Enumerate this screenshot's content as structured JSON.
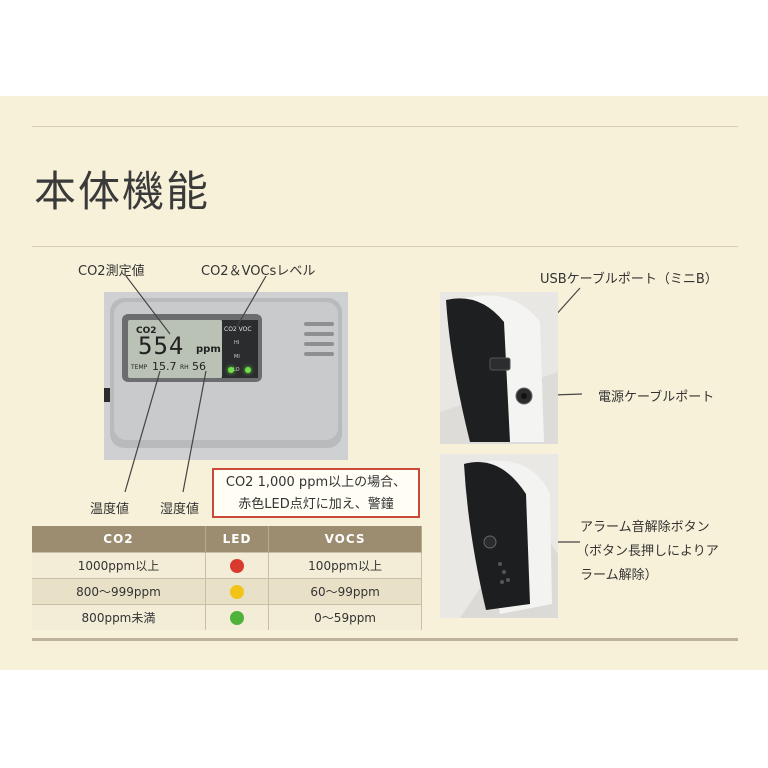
{
  "title": "本体機能",
  "labels": {
    "co2_measure": "CO2測定値",
    "co2_voc_level": "CO2＆VOCsレベル",
    "temperature": "温度値",
    "humidity": "湿度値",
    "usb_port": "USBケーブルポート（ミニB）",
    "power_port": "電源ケーブルポート",
    "alarm_button": "アラーム音解除ボタン",
    "alarm_button_note1": "（ボタン長押しによりア",
    "alarm_button_note2": "ラーム解除）"
  },
  "callout": {
    "line1": "CO2 1,000 ppm以上の場合、",
    "line2": "赤色LED点灯に加え、警鐘"
  },
  "device_display": {
    "co2_label": "CO2",
    "co2_value": "554",
    "co2_unit": "ppm",
    "temp_label": "TEMP",
    "temp_value": "15.7",
    "rh_label": "RH",
    "rh_value": "56",
    "led_header": "CO2 VOC",
    "led_hi": "HI",
    "led_mi": "MI",
    "led_lo": "LO"
  },
  "table": {
    "headers": [
      "CO2",
      "LED",
      "VOCS"
    ],
    "rows": [
      {
        "co2": "1000ppm以上",
        "led_color": "#d83a2e",
        "vocs": "100ppm以上"
      },
      {
        "co2": "800〜999ppm",
        "led_color": "#f0c419",
        "vocs": "60〜99ppm"
      },
      {
        "co2": "800ppm未満",
        "led_color": "#4fb33a",
        "vocs": "0〜59ppm"
      }
    ]
  }
}
